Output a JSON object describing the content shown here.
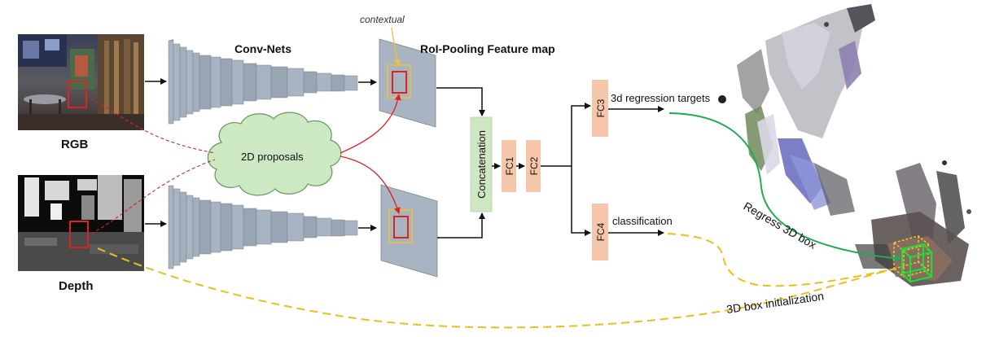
{
  "inputs": {
    "rgb_label": "RGB",
    "depth_label": "Depth"
  },
  "network": {
    "convnets_label": "Conv-Nets",
    "contextual_label": "contextual",
    "roi_label": "RoI-Pooling Feature map",
    "proposals_label": "2D proposals",
    "concat_label": "Concatenation",
    "fc1_label": "FC1",
    "fc2_label": "FC2",
    "fc3_label": "FC3",
    "fc4_label": "FC4"
  },
  "outputs": {
    "regression_label": "3d regression targets",
    "classification_label": "classification",
    "regress_box_label": "Regress 3D box",
    "init_label": "3D box initialization"
  },
  "colors": {
    "conv_front": "#a9b4c2",
    "conv_side": "#8a95a4",
    "fc_fill": "#f6c6aa",
    "concat_fill": "#cfe6c3",
    "cloud_fill": "#cde9c4",
    "proposal_red": "#dd2222",
    "context_yellow": "#f2c233",
    "green_arrow": "#22aa55",
    "dash_yellow": "#e9bf1e"
  }
}
